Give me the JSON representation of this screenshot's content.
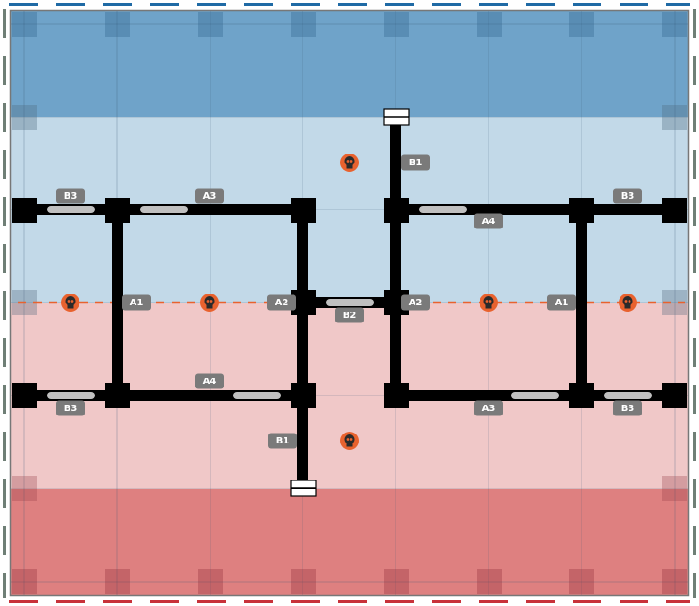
{
  "map": {
    "zones": [
      {
        "name": "blue-spawn",
        "color": "#6fa3c9"
      },
      {
        "name": "blue-side",
        "color": "#c2d9e8"
      },
      {
        "name": "red-side",
        "color": "#f0c8c8"
      },
      {
        "name": "red-spawn",
        "color": "#de8080"
      }
    ],
    "colors": {
      "wall": "#000000",
      "window": "#c0c0c0",
      "label_bg": "#7a7a7a",
      "hazard": "#e8622e",
      "blue_edge": "#1f6aa5",
      "red_edge": "#c8323a",
      "side_edge": "#6f7f76"
    },
    "labels": [
      "B3",
      "A3",
      "B1",
      "A4",
      "B3",
      "A1",
      "A2",
      "B2",
      "A2",
      "A1",
      "A4",
      "B3",
      "A3",
      "B3",
      "B1"
    ],
    "skull_icons": 6
  }
}
